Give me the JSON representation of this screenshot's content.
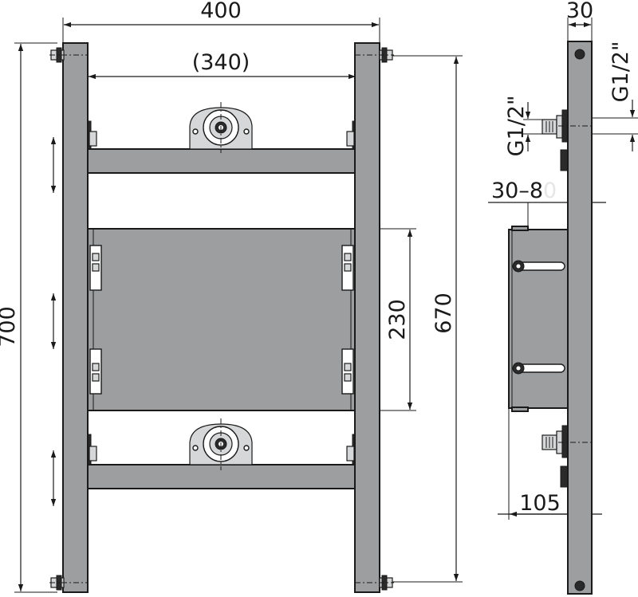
{
  "colors": {
    "frame_fill": "#9c9ea0",
    "line": "#1a1a1a",
    "background": "#ffffff"
  },
  "front_view": {
    "dimensions": {
      "overall_width": "400",
      "inner_width": "(340)",
      "overall_height": "700",
      "mounting_height": "670",
      "box_height": "230"
    }
  },
  "side_view": {
    "dimensions": {
      "depth": "30",
      "thread_upper": "G1/2\"",
      "thread_lower": "G1/2\"",
      "adjustment_range_prefix": "30–8",
      "adjustment_range_faded": "0",
      "box_depth": "105"
    }
  }
}
